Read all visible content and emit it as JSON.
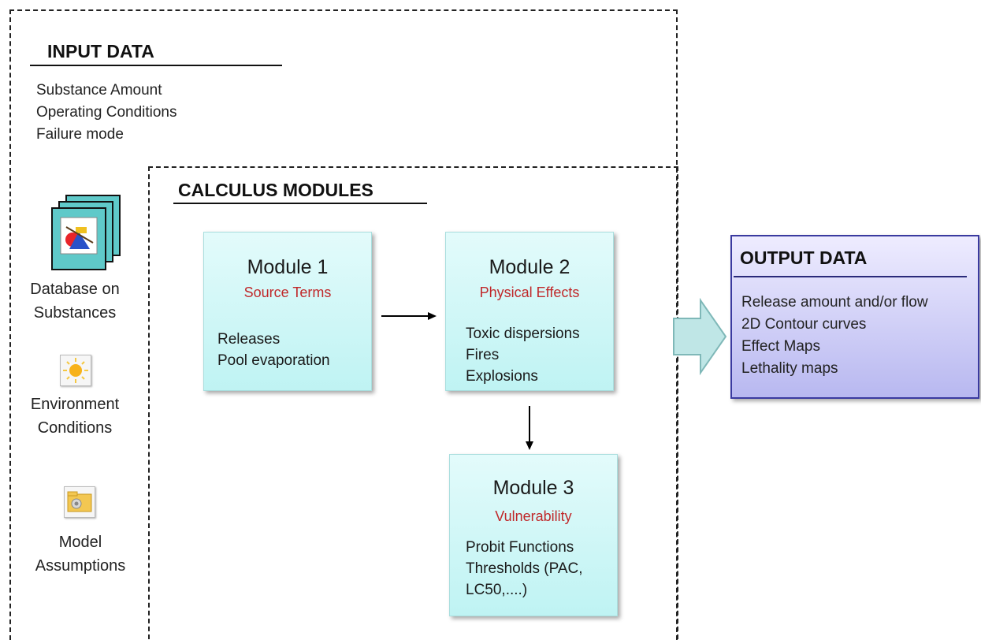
{
  "input": {
    "heading": "INPUT DATA",
    "items": [
      "Substance Amount",
      "Operating Conditions",
      "Failure mode"
    ]
  },
  "calculus": {
    "heading": "CALCULUS MODULES"
  },
  "sidebar": {
    "database_label": [
      "Database on",
      "Substances"
    ],
    "environment_label": [
      "Environment",
      "Conditions"
    ],
    "model_label": [
      "Model",
      "Assumptions"
    ]
  },
  "modules": [
    {
      "title": "Module 1",
      "subtitle": "Source Terms",
      "items": [
        "Releases",
        "Pool evaporation"
      ]
    },
    {
      "title": "Module 2",
      "subtitle": "Physical Effects",
      "items": [
        "Toxic dispersions",
        "Fires",
        "Explosions"
      ]
    },
    {
      "title": "Module 3",
      "subtitle": "Vulnerability",
      "items": [
        "Probit Functions",
        "Thresholds (PAC,",
        "LC50,....)"
      ]
    }
  ],
  "output": {
    "heading": "OUTPUT DATA",
    "items": [
      "Release amount and/or flow",
      "2D Contour curves",
      "Effect Maps",
      "Lethality maps"
    ]
  },
  "colors": {
    "module_subtitle": "#c0282a",
    "output_border": "#3a3aa0",
    "arrow_fill": "#bfe6e6"
  }
}
